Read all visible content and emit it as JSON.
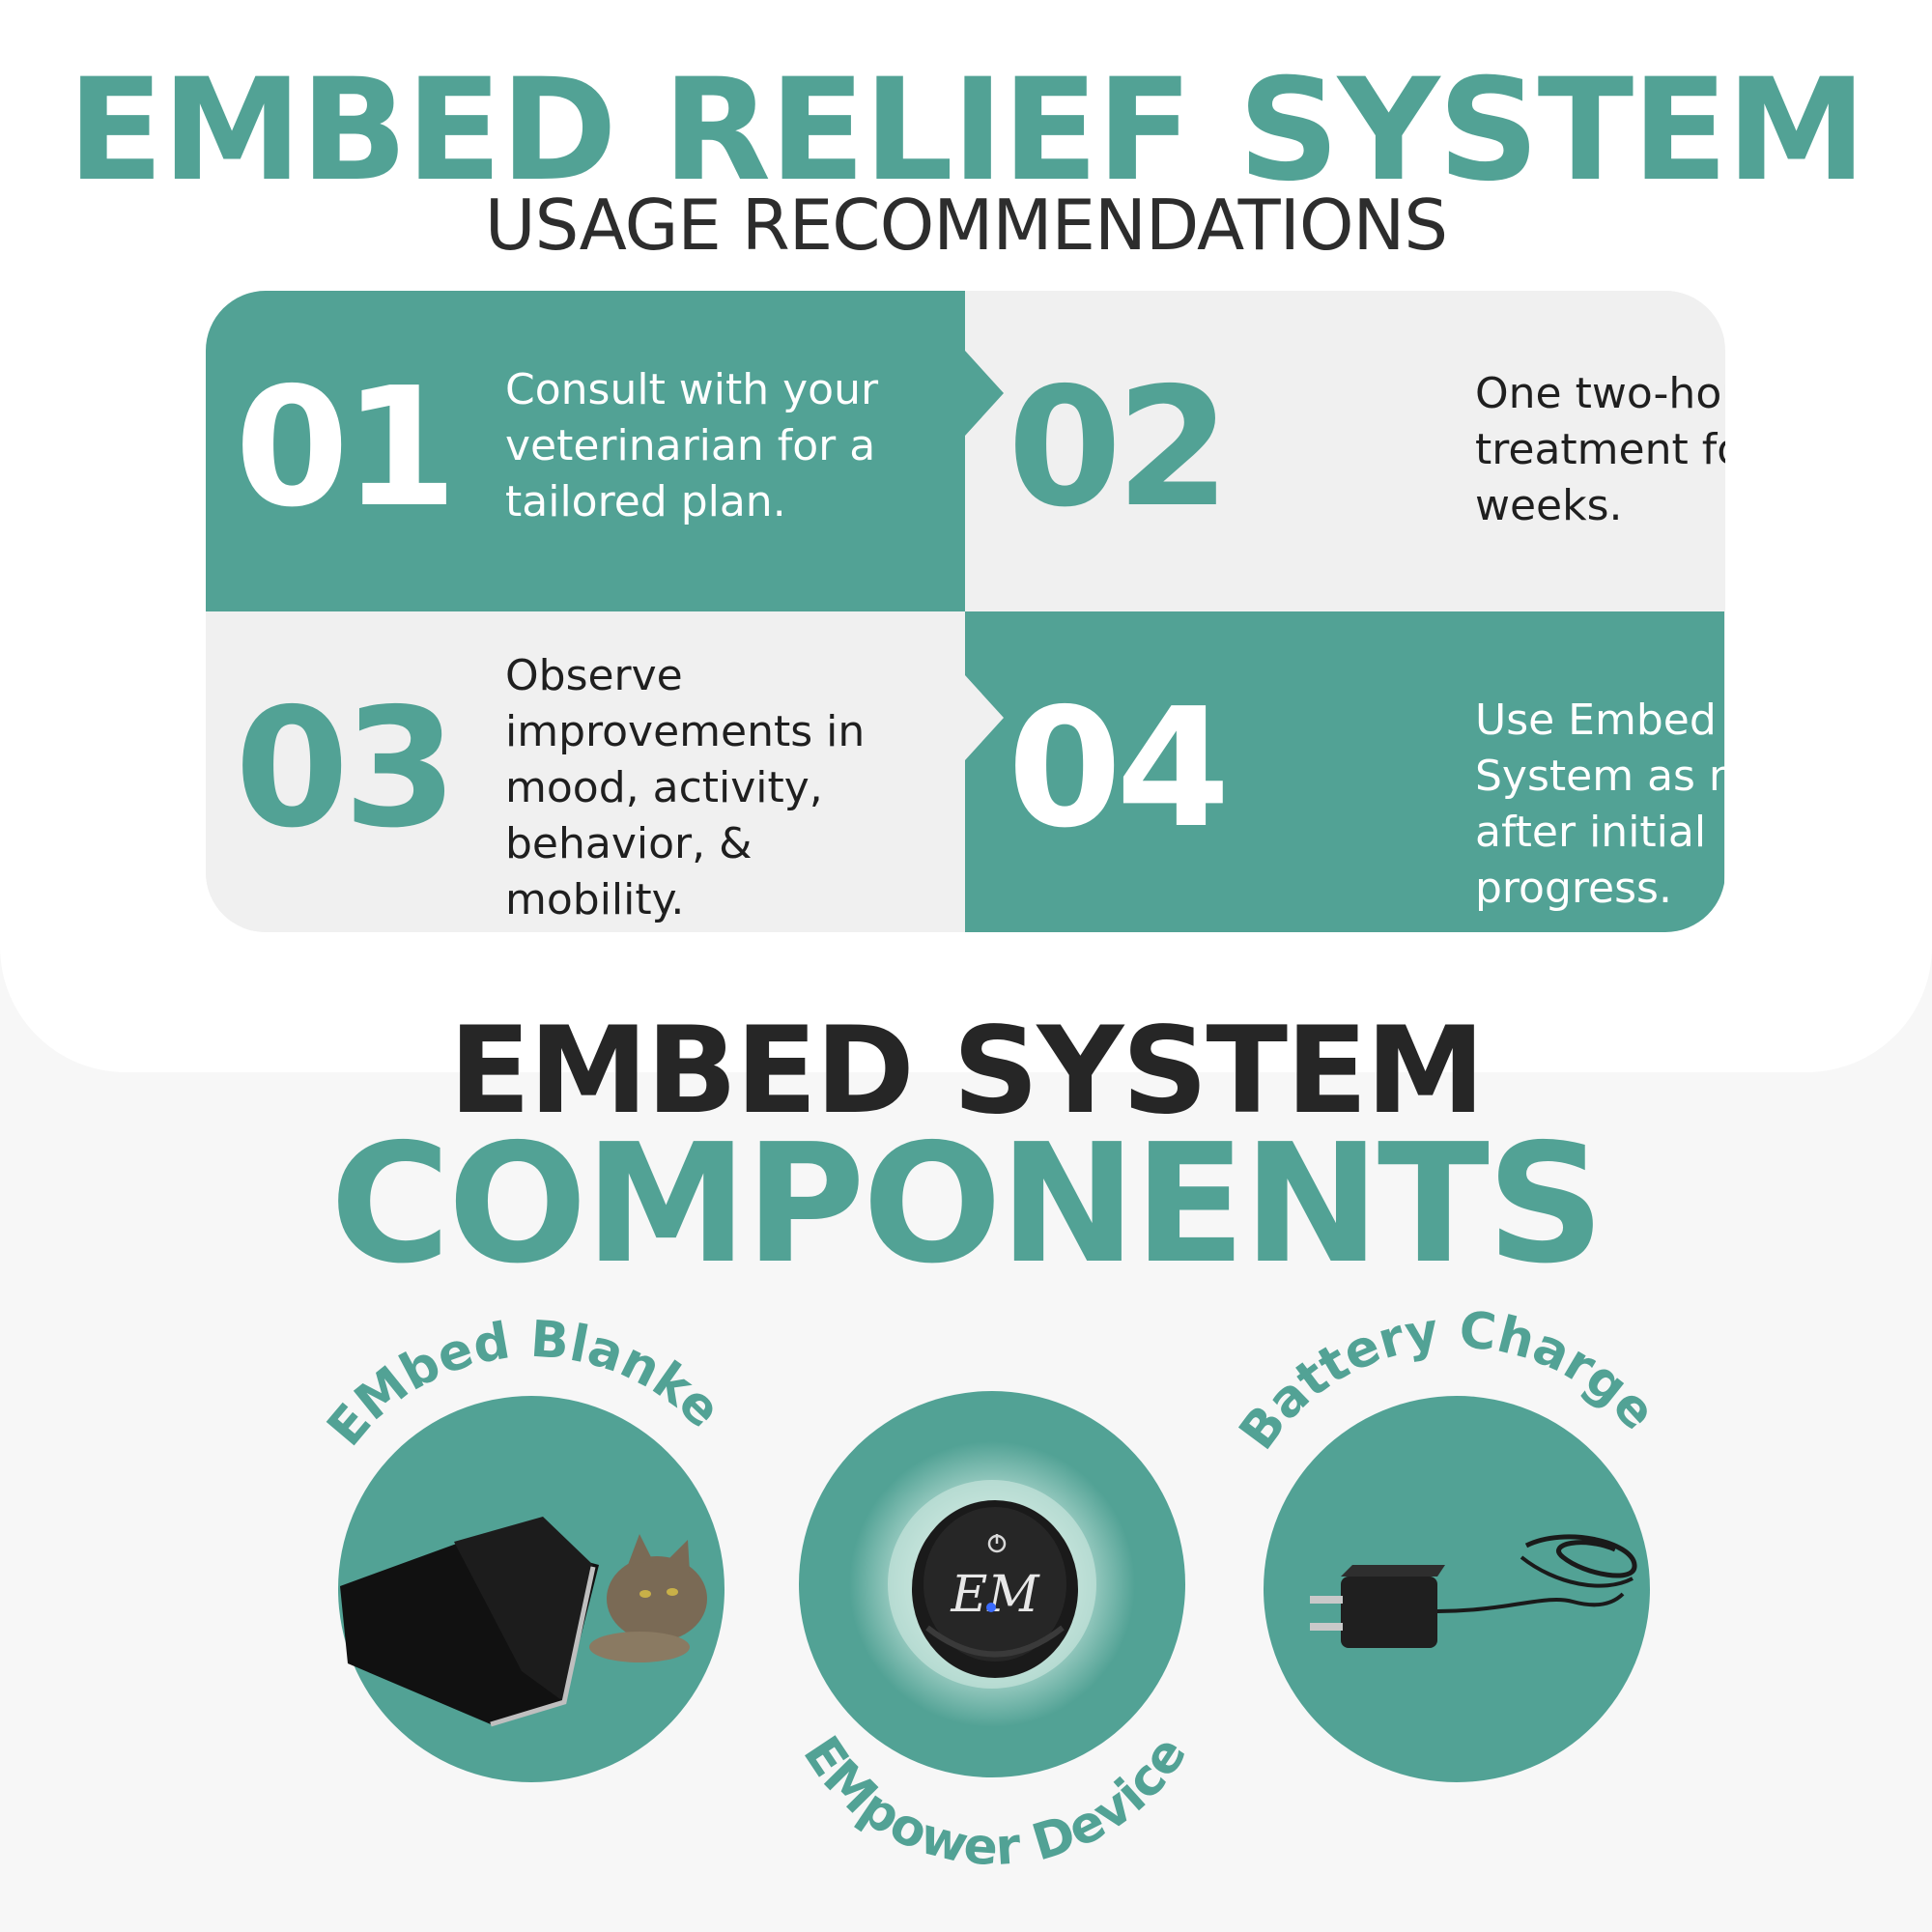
{
  "header": {
    "title": "EMBED RELIEF SYSTEM",
    "subtitle": "USAGE RECOMMENDATIONS"
  },
  "steps": [
    {
      "number": "01",
      "text": "Consult with your veterinarian for a tailored plan."
    },
    {
      "number": "02",
      "text": "One two-hour daily treatment for two weeks."
    },
    {
      "number": "03",
      "text": "Observe improvements in mood, activity, behavior, & mobility."
    },
    {
      "number": "04",
      "text": "Use Embed Relief System as needed after initial progress."
    }
  ],
  "components_section": {
    "title_line1": "EMBED SYSTEM",
    "title_line2": "COMPONENTS",
    "items": [
      {
        "label": "EMbed Blanket"
      },
      {
        "label": "EMpower Device"
      },
      {
        "label": "Battery Charger"
      }
    ]
  },
  "colors": {
    "teal": "#52a295",
    "dark": "#262626",
    "light_panel": "#f0f0f0"
  },
  "icons": [
    "blanket-with-cat-icon",
    "empower-device-icon",
    "battery-charger-icon",
    "power-icon"
  ]
}
